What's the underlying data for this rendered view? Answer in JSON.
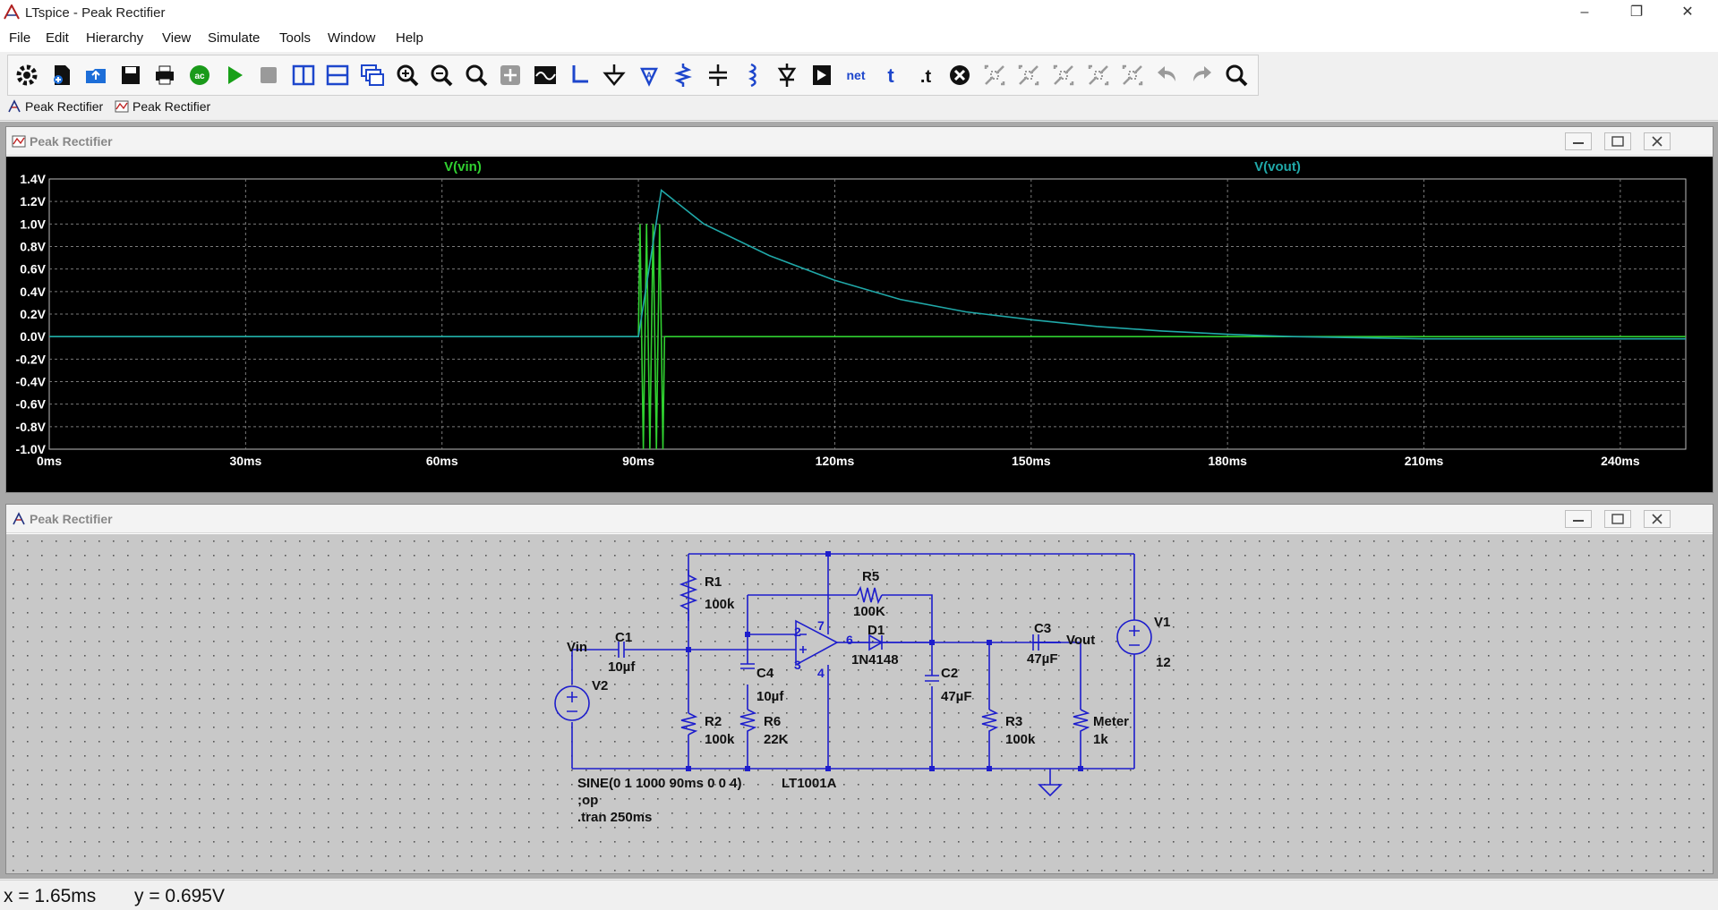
{
  "window": {
    "title": "LTspice - Peak Rectifier"
  },
  "menu": [
    "File",
    "Edit",
    "Hierarchy",
    "View",
    "Simulate",
    "Tools",
    "Window",
    "Help"
  ],
  "toolbar_icons": [
    "control-panel-icon",
    "new-schematic-icon",
    "open-icon",
    "save-icon",
    "print-icon",
    "print-setup-icon",
    "run-icon",
    "halt-icon",
    "tile-vertical-icon",
    "tile-horizontal-icon",
    "cascade-icon",
    "zoom-in-icon",
    "zoom-out-icon",
    "zoom-fit-icon",
    "pan-icon",
    "autorange-icon",
    "wire-icon",
    "ground-icon",
    "label-net-icon",
    "resistor-icon",
    "capacitor-icon",
    "inductor-icon",
    "diode-icon",
    "component-icon",
    "netlist-icon",
    "text-icon",
    "spice-directive-icon",
    "delete-icon",
    "duplicate-icon",
    "move-icon",
    "drag-icon",
    "rotate-icon",
    "mirror-icon",
    "undo-icon",
    "redo-icon",
    "find-icon"
  ],
  "tabs": [
    {
      "label": "Peak Rectifier"
    },
    {
      "label": "Peak Rectifier"
    }
  ],
  "waveform": {
    "title": "Peak Rectifier",
    "trace1_label": "V(vin)",
    "trace2_label": "V(vout)",
    "colors": {
      "vin": "#30d030",
      "vout": "#20a8a8",
      "bg": "#000000",
      "grid": "#7a7a7a"
    }
  },
  "chart_data": {
    "type": "line",
    "title": "",
    "xlabel": "",
    "ylabel": "",
    "x_unit": "ms",
    "xlim": [
      0,
      250
    ],
    "ylim": [
      -1.0,
      1.4
    ],
    "x_ticks": [
      "0ms",
      "30ms",
      "60ms",
      "90ms",
      "120ms",
      "150ms",
      "180ms",
      "210ms",
      "240ms"
    ],
    "y_ticks": [
      "1.4V",
      "1.2V",
      "1.0V",
      "0.8V",
      "0.6V",
      "0.4V",
      "0.2V",
      "0.0V",
      "-0.2V",
      "-0.4V",
      "-0.6V",
      "-0.8V",
      "-1.0V"
    ],
    "grid": true,
    "series": [
      {
        "name": "V(vin)",
        "x": [
          0,
          90,
          90.25,
          90.5,
          90.75,
          91,
          91.25,
          91.5,
          91.75,
          92,
          92.25,
          92.5,
          92.75,
          93,
          93.25,
          93.5,
          93.75,
          94,
          94.1,
          250
        ],
        "y": [
          0,
          0,
          1,
          0,
          -1,
          0,
          1,
          0,
          -1,
          0,
          1,
          0,
          -1,
          0,
          1,
          0,
          -1,
          0,
          0,
          0
        ]
      },
      {
        "name": "V(vout)",
        "x": [
          0,
          90,
          93.5,
          100,
          110,
          120,
          130,
          140,
          150,
          160,
          170,
          180,
          190,
          200,
          210,
          220,
          230,
          240,
          250
        ],
        "y": [
          0,
          0,
          1.3,
          1.0,
          0.72,
          0.5,
          0.33,
          0.22,
          0.15,
          0.09,
          0.05,
          0.02,
          0.0,
          -0.01,
          -0.02,
          -0.02,
          -0.02,
          -0.02,
          -0.02
        ]
      }
    ]
  },
  "schematic": {
    "title": "Peak Rectifier",
    "labels": {
      "r1": "R1",
      "r1v": "100k",
      "r5": "R5",
      "r5v": "100K",
      "r2": "R2",
      "r2v": "100k",
      "r6": "R6",
      "r6v": "22K",
      "r3": "R3",
      "r3v": "100k",
      "meter": "Meter",
      "meterv": "1k",
      "c1": "C1",
      "c1v": "10µf",
      "c4": "C4",
      "c4v": "10µf",
      "c2": "C2",
      "c2v": "47µF",
      "c3": "C3",
      "c3v": "47µF",
      "d1": "D1",
      "d1v": "1N4148",
      "v1": "V1",
      "v1v": "12",
      "v2": "V2",
      "vin": "Vin",
      "vout": "Vout",
      "opamp": "LT1001A",
      "pin2": "2",
      "pin3": "3",
      "pin4": "4",
      "pin6": "6",
      "pin7": "7",
      "sine": "SINE(0 1 1000 90ms 0 0 4)",
      "op": ";op",
      "tran": ".tran 250ms"
    }
  },
  "status": {
    "x": "x = 1.65ms",
    "y": "y = 0.695V"
  }
}
